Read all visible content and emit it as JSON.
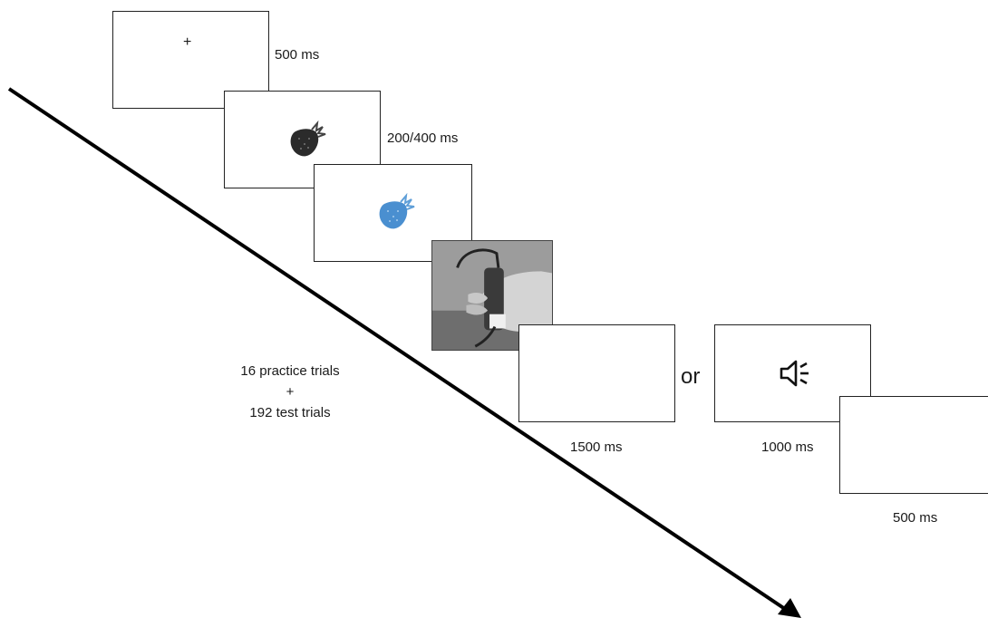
{
  "frames": {
    "fixation": {
      "symbol": "+",
      "duration": "500 ms"
    },
    "prime": {
      "duration": "200/400 ms",
      "icon": "strawberry-icon",
      "color": "#2b2b2b"
    },
    "target": {
      "icon": "strawberry-icon",
      "color": "#4a8fd0"
    },
    "response_photo": {
      "icon": "hand-grip-device-photo"
    },
    "blank_response": {
      "duration": "1500 ms"
    },
    "alternative_word": "or",
    "feedback_sound": {
      "duration": "1000 ms",
      "icon": "speaker-icon"
    },
    "inter_trial": {
      "duration": "500 ms"
    }
  },
  "trials": {
    "practice": "16 practice trials",
    "plus": "+",
    "test": "192 test trials"
  }
}
